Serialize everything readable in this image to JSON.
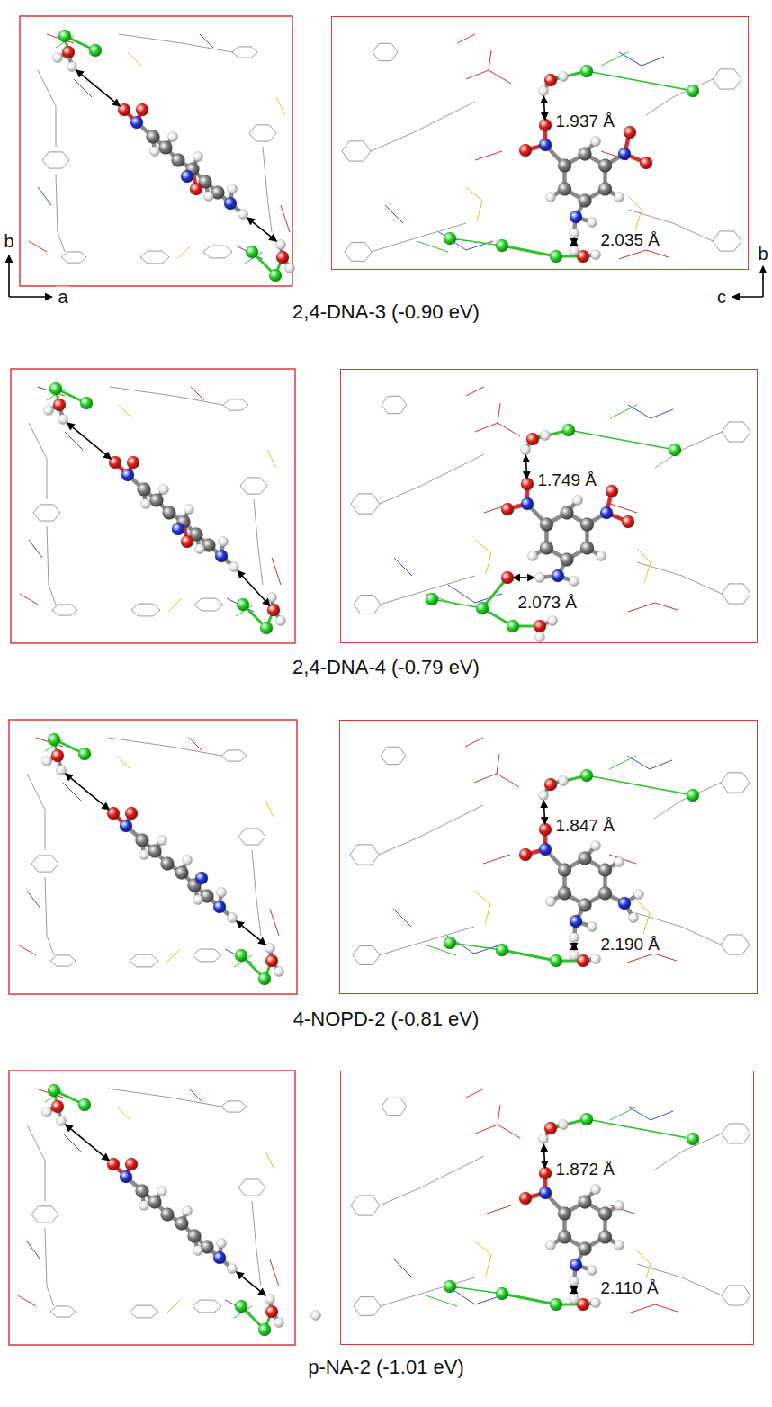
{
  "diagram": {
    "nodes": [
      {
        "text": [
          "1.937 Å",
          "2.035 Å"
        ]
      },
      {
        "text": [
          "1.749 Å",
          "2.073 Å"
        ]
      },
      {
        "text": [
          "1.847 Å",
          "2.190 Å"
        ]
      },
      {
        "text": [
          "1.872 Å",
          "2.110 Å"
        ]
      }
    ],
    "labels": [
      "b",
      "a",
      "c",
      "b",
      "2,4-DNA-3 (-0.90 eV)",
      "2,4-DNA-4 (-0.79 eV)",
      "4-NOPD-2 (-0.81 eV)",
      "p-NA-2 (-1.01 eV)"
    ]
  }
}
